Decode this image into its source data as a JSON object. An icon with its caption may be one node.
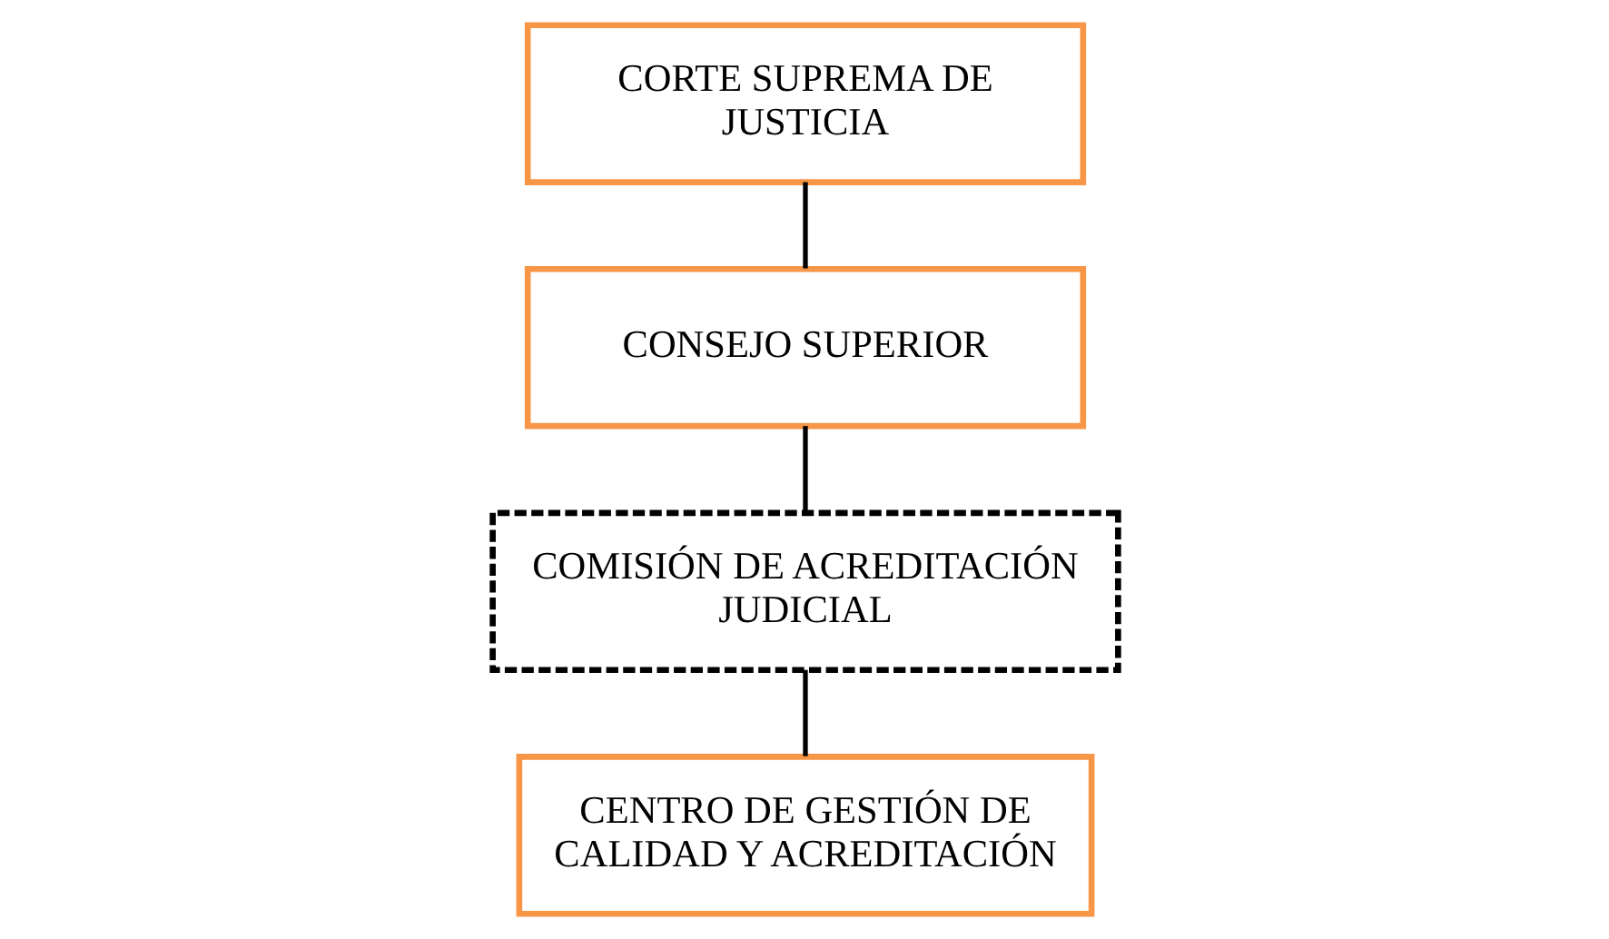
{
  "diagram": {
    "nodes": [
      {
        "text": [
          "CORTE SUPREMA DE JUSTICIA"
        ]
      },
      {
        "text": [
          "CONSEJO SUPERIOR"
        ]
      },
      {
        "text": [
          "COMISIÓN DE ACREDITACIÓN JUDICIAL"
        ]
      },
      {
        "text": [
          "CENTRO DE GESTIÓN DE CALIDAD Y ACREDITACIÓN"
        ]
      }
    ],
    "edges": [
      {
        "from": 0,
        "to": 1,
        "arrow": "none"
      },
      {
        "from": 1,
        "to": 2,
        "arrow": "none"
      },
      {
        "from": 2,
        "to": 3,
        "arrow": "none"
      }
    ]
  }
}
